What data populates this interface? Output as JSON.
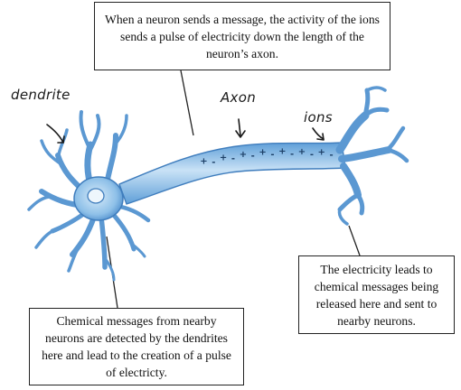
{
  "labels": {
    "dendrite": "dendrite",
    "axon": "Axon",
    "ions": "ions"
  },
  "callouts": {
    "top": "When a neuron sends a message, the activity of the ions sends a pulse of electricity down the length of the neuron’s axon.",
    "right": "The electricity leads to chemical messages being released here and sent to nearby neurons.",
    "left": "Chemical messages from nearby neurons are detected by the dendrites here and lead to the creation of a pulse of electricty."
  },
  "ion_charges": [
    "+",
    "-",
    "+",
    "-",
    "+",
    "-",
    "+",
    "-",
    "+",
    "-",
    "+",
    "-",
    "+",
    "-"
  ],
  "colors": {
    "cell_fill": "#8ec0e8",
    "cell_light": "#d2e8f8",
    "cell_stroke": "#3f7dbd",
    "nucleus": "#eef6fc",
    "ion_mark": "#1c3f66",
    "ink": "#222222"
  }
}
